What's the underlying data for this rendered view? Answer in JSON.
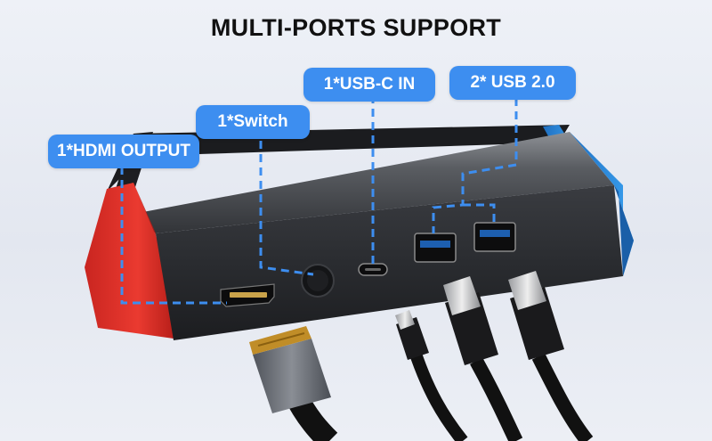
{
  "headline": "MULTI-PORTS SUPPORT",
  "labels": {
    "hdmi_output": "1*HDMI OUTPUT",
    "switch": "1*Switch",
    "usb_c_in": "1*USB-C IN",
    "usb_2": "2* USB 2.0"
  },
  "colors": {
    "label_background": "#3d8ef0",
    "dashed_line": "#3d8ef0",
    "dock_red": "#e0302a",
    "dock_blue": "#2f8fe0",
    "dock_body": "#2b2d31"
  },
  "icons": [
    "hdmi-port-icon",
    "power-button-icon",
    "usb-c-port-icon",
    "usb-a-port-icon",
    "hdmi-cable-icon",
    "usb-c-cable-icon",
    "usb-a-cable-icon"
  ]
}
